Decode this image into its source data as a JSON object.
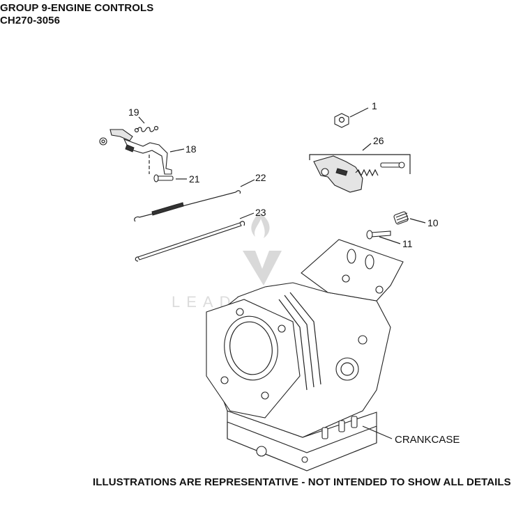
{
  "header": {
    "group_title": "GROUP 9-ENGINE CONTROLS",
    "model": "CH270-3056"
  },
  "callouts": {
    "c1": "1",
    "c10": "10",
    "c11": "11",
    "c18": "18",
    "c19": "19",
    "c21": "21",
    "c22": "22",
    "c23": "23",
    "c26": "26",
    "crankcase": "CRANKCASE"
  },
  "watermark": {
    "text": "LEADV"
  },
  "footer": {
    "disclaimer": "ILLUSTRATIONS ARE REPRESENTATIVE - NOT INTENDED TO SHOW ALL DETAILS"
  }
}
